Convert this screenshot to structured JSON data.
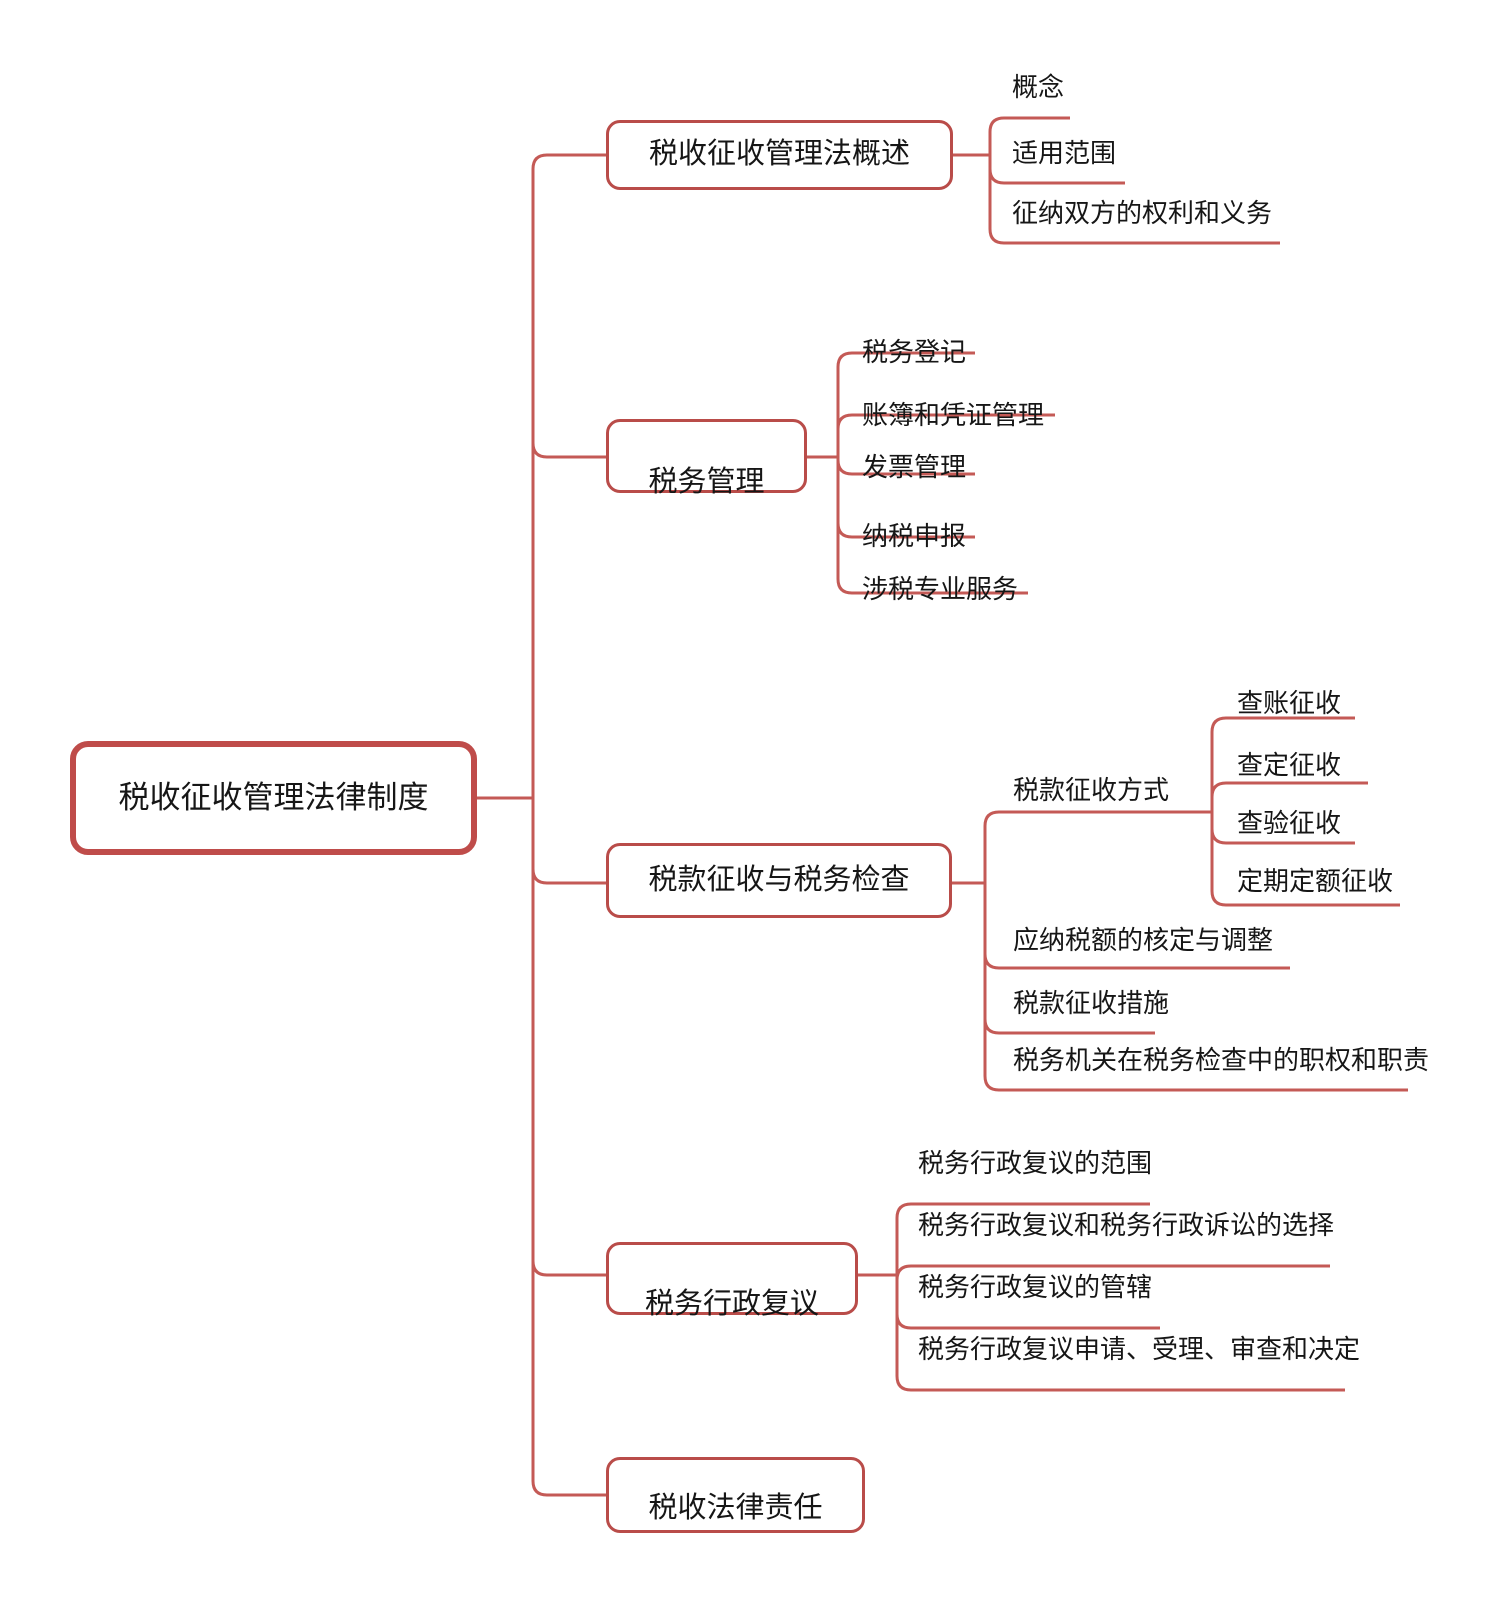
{
  "colors": {
    "connector": "#c45a56",
    "node_border": "#b94c49",
    "root_border": "#bf4c4a",
    "text": "#161616",
    "background": "#ffffff"
  },
  "mindmap": {
    "root": {
      "label": "税收征收管理法律制度"
    },
    "branches": [
      {
        "label": "税收征收管理法概述",
        "children": [
          {
            "label": "概念"
          },
          {
            "label": "适用范围"
          },
          {
            "label": "征纳双方的权利和义务"
          }
        ]
      },
      {
        "label": "税务管理",
        "children": [
          {
            "label": "税务登记"
          },
          {
            "label": "账簿和凭证管理"
          },
          {
            "label": "发票管理"
          },
          {
            "label": "纳税申报"
          },
          {
            "label": "涉税专业服务"
          }
        ]
      },
      {
        "label": "税款征收与税务检查",
        "children": [
          {
            "label": "税款征收方式",
            "children": [
              {
                "label": "查账征收"
              },
              {
                "label": "查定征收"
              },
              {
                "label": "查验征收"
              },
              {
                "label": "定期定额征收"
              }
            ]
          },
          {
            "label": "应纳税额的核定与调整"
          },
          {
            "label": "税款征收措施"
          },
          {
            "label": "税务机关在税务检查中的职权和职责"
          }
        ]
      },
      {
        "label": "税务行政复议",
        "children": [
          {
            "label": "税务行政复议的范围"
          },
          {
            "label": "税务行政复议和税务行政诉讼的选择"
          },
          {
            "label": "税务行政复议的管辖"
          },
          {
            "label": "税务行政复议申请、受理、审查和决定"
          }
        ]
      },
      {
        "label": "税收法律责任",
        "children": []
      }
    ]
  }
}
